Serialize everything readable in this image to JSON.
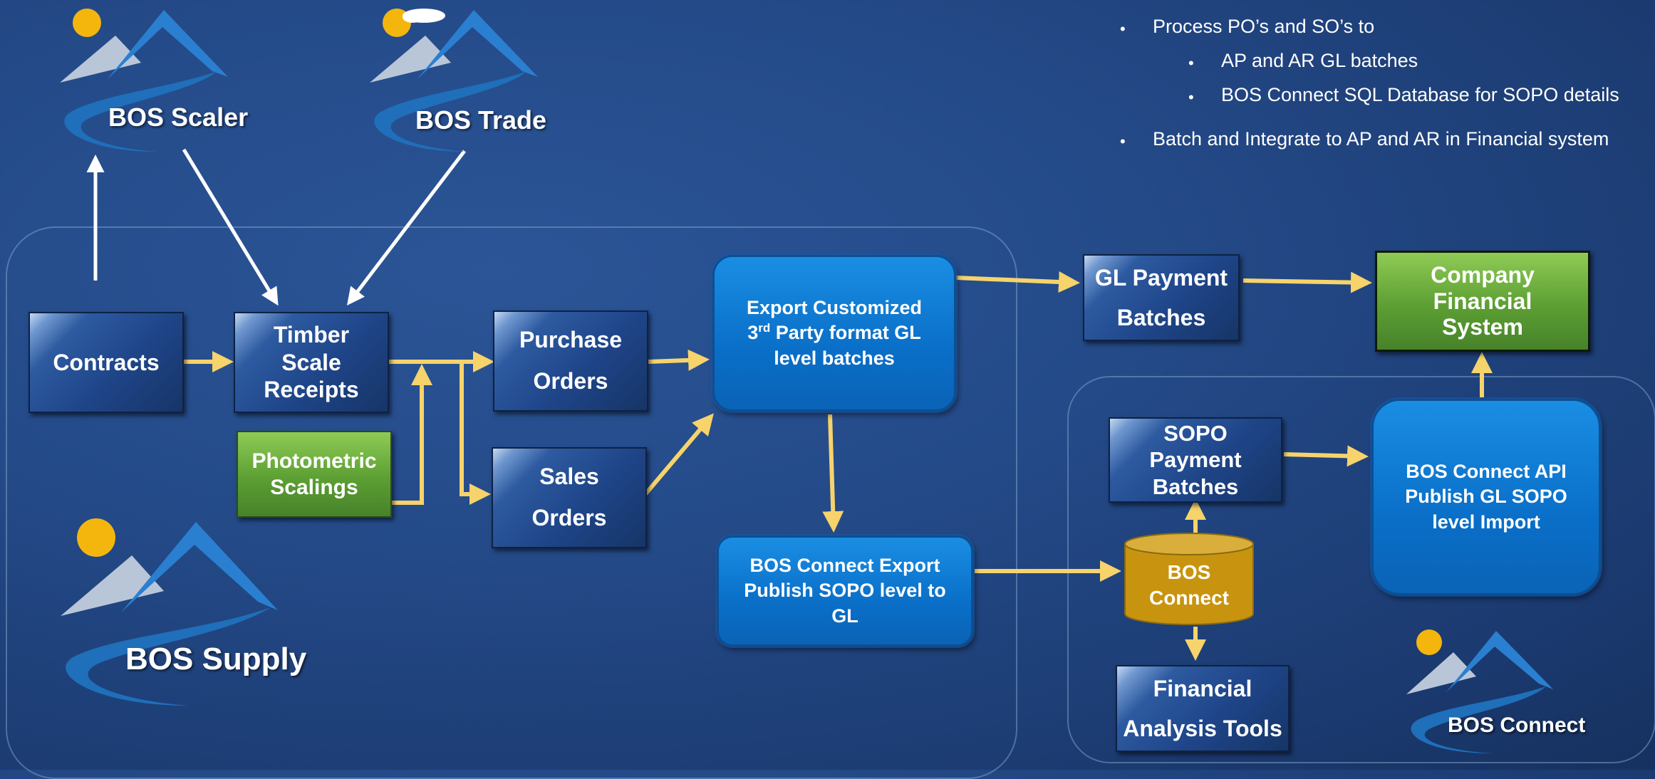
{
  "logos": {
    "scaler": "BOS Scaler",
    "trade": "BOS Trade",
    "supply": "BOS Supply",
    "connect": "BOS Connect"
  },
  "bullets": [
    {
      "level": 1,
      "text": "Process PO’s and SO’s to"
    },
    {
      "level": 2,
      "text": "AP and AR GL batches"
    },
    {
      "level": 2,
      "text": "BOS Connect SQL Database for SOPO details"
    },
    {
      "level": 1,
      "text": "Batch and Integrate to AP and AR in Financial system"
    }
  ],
  "nodes": {
    "contracts": {
      "lines": [
        "Contracts"
      ]
    },
    "timber_scale_receipts": {
      "lines": [
        "Timber",
        "Scale",
        "Receipts"
      ]
    },
    "photometric_scalings": {
      "lines": [
        "Photometric",
        "Scalings"
      ]
    },
    "purchase_orders": {
      "lines": [
        "Purchase",
        "Orders"
      ]
    },
    "sales_orders": {
      "lines": [
        "Sales",
        "Orders"
      ]
    },
    "export_customized": {
      "line1": "Export Customized",
      "sup_prefix": "3",
      "sup": "rd",
      "sup_rest": " Party format GL",
      "line3": "level batches"
    },
    "bos_connect_export": {
      "lines": [
        "BOS Connect Export",
        "Publish SOPO level to",
        "GL"
      ]
    },
    "gl_payment_batches": {
      "lines": [
        "GL Payment",
        "Batches"
      ]
    },
    "company_financial_system": {
      "lines": [
        "Company",
        "Financial",
        "System"
      ]
    },
    "sopo_payment_batches": {
      "lines": [
        "SOPO",
        "Payment",
        "Batches"
      ]
    },
    "bos_connect_db": {
      "lines": [
        "BOS",
        "Connect"
      ]
    },
    "bos_connect_api": {
      "lines": [
        "BOS Connect API",
        "Publish GL SOPO",
        "level Import"
      ]
    },
    "financial_analysis_tools": {
      "lines": [
        "Financial",
        "Analysis Tools"
      ]
    }
  },
  "colors": {
    "background": "#234a88",
    "arrow_yellow": "#f6d36b",
    "arrow_white": "#ffffff",
    "box_blue": "#1f4589",
    "box_green": "#5c9f33",
    "rounded_blue": "#0a74cf",
    "database_gold": "#c8940f"
  }
}
